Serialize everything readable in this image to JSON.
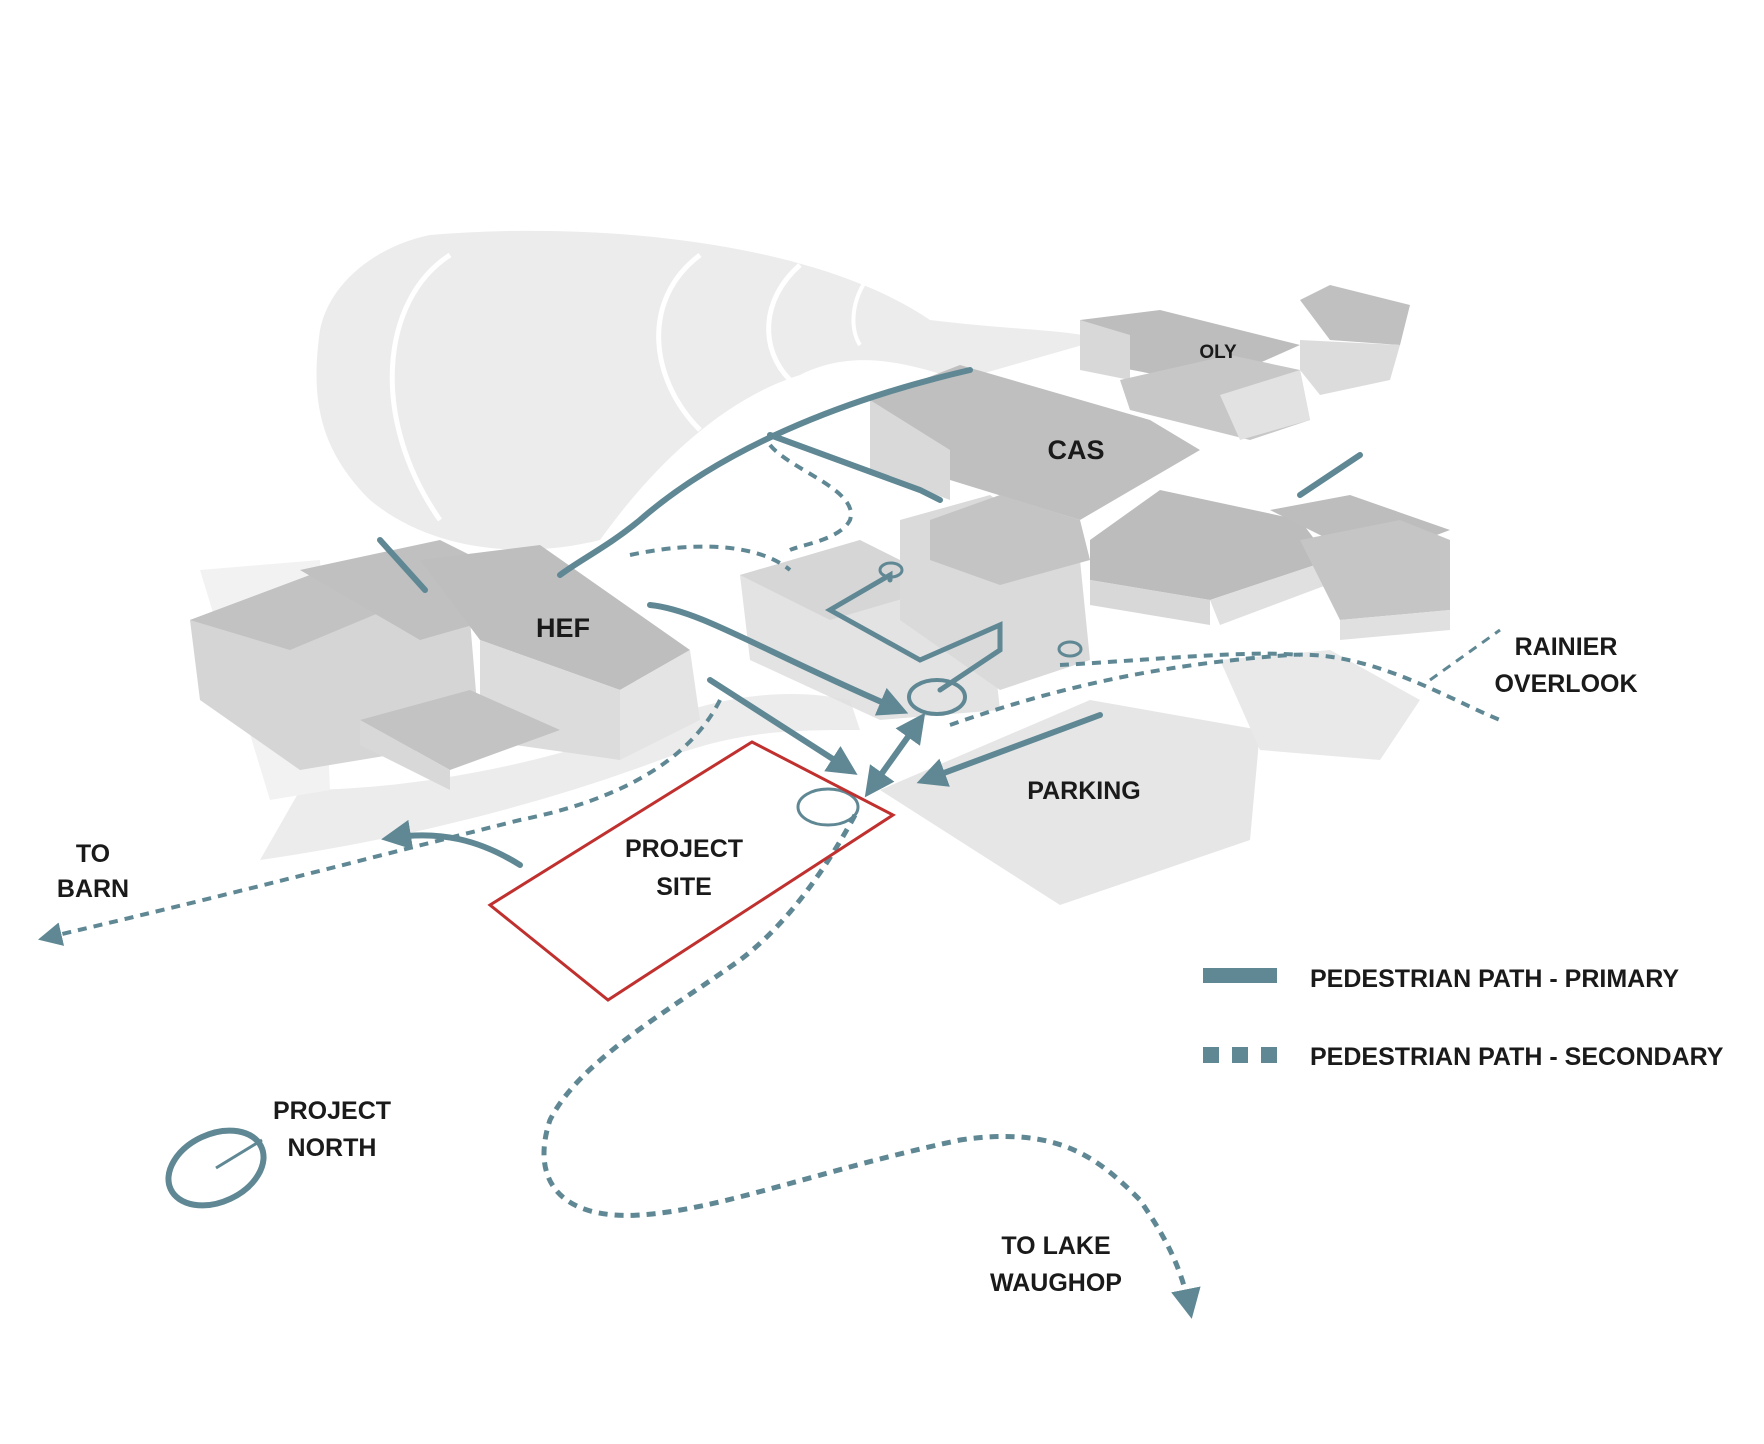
{
  "map": {
    "buildings": {
      "hef": "HEF",
      "cas": "CAS",
      "oly": "OLY"
    },
    "areas": {
      "parking": "PARKING",
      "project_site_line1": "PROJECT",
      "project_site_line2": "SITE"
    },
    "destinations": {
      "barn_line1": "TO",
      "barn_line2": "BARN",
      "lake_line1": "TO LAKE",
      "lake_line2": "WAUGHOP",
      "rainier_line1": "RAINIER",
      "rainier_line2": "OVERLOOK"
    },
    "north_indicator": {
      "line1": "PROJECT",
      "line2": "NORTH"
    },
    "legend": {
      "primary": "PEDESTRIAN PATH - PRIMARY",
      "secondary": "PEDESTRIAN PATH - SECONDARY"
    }
  },
  "colors": {
    "path": "#5f8894",
    "site_boundary": "#c0302e",
    "building_top": "#bdbdbd",
    "building_side": "#d9d9d9",
    "ground": "#ededed",
    "road": "#e4e4e4"
  }
}
